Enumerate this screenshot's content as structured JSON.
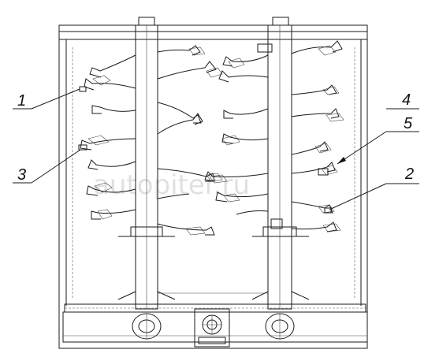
{
  "diagram": {
    "callouts": [
      {
        "id": "c1",
        "label": "1"
      },
      {
        "id": "c2",
        "label": "2"
      },
      {
        "id": "c3",
        "label": "3"
      },
      {
        "id": "c4",
        "label": "4"
      },
      {
        "id": "c5",
        "label": "5"
      }
    ],
    "watermark": "autopiter.ru"
  }
}
